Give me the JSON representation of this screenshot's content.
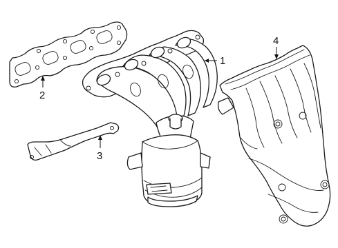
{
  "callouts": [
    {
      "id": "1",
      "label": "1"
    },
    {
      "id": "2",
      "label": "2"
    },
    {
      "id": "3",
      "label": "3"
    },
    {
      "id": "4",
      "label": "4"
    }
  ],
  "colors": {
    "line": "#1a1a1a",
    "background": "#ffffff"
  }
}
